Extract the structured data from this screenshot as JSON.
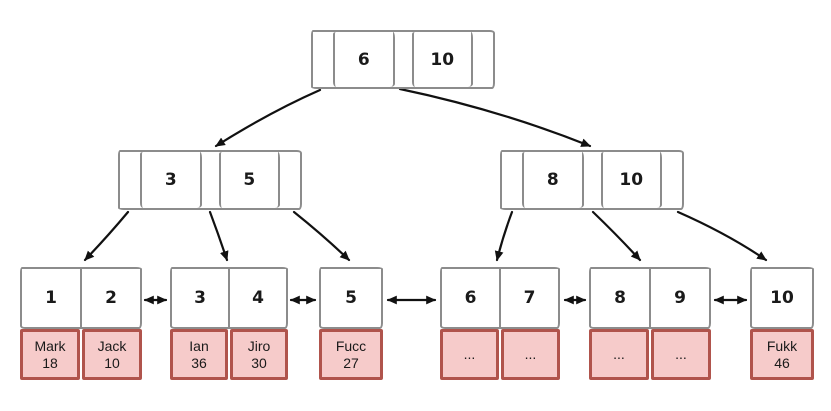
{
  "colors": {
    "canvas-bg": "#ffffff",
    "node-border": "#8c8c8c",
    "record-fill": "#f6cbca",
    "record-border": "#b0544c",
    "arrow": "#111111",
    "text": "#1a1a1a"
  },
  "tree": {
    "type": "b-plus-tree",
    "root": {
      "keys": [
        "6",
        "10"
      ]
    },
    "internal_left": {
      "keys": [
        "3",
        "5"
      ]
    },
    "internal_right": {
      "keys": [
        "8",
        "10"
      ]
    },
    "leaves": [
      {
        "keys": [
          "1",
          "2"
        ],
        "records": [
          {
            "name": "Mark",
            "value": "18"
          },
          {
            "name": "Jack",
            "value": "10"
          }
        ]
      },
      {
        "keys": [
          "3",
          "4"
        ],
        "records": [
          {
            "name": "Ian",
            "value": "36"
          },
          {
            "name": "Jiro",
            "value": "30"
          }
        ]
      },
      {
        "keys": [
          "5"
        ],
        "records": [
          {
            "name": "Fucc",
            "value": "27"
          }
        ]
      },
      {
        "keys": [
          "6",
          "7"
        ],
        "records": [
          {
            "name": "...",
            "value": ""
          },
          {
            "name": "...",
            "value": ""
          }
        ]
      },
      {
        "keys": [
          "8",
          "9"
        ],
        "records": [
          {
            "name": "...",
            "value": ""
          },
          {
            "name": "...",
            "value": ""
          }
        ]
      },
      {
        "keys": [
          "10"
        ],
        "records": [
          {
            "name": "Fukk",
            "value": "46"
          }
        ]
      }
    ]
  }
}
